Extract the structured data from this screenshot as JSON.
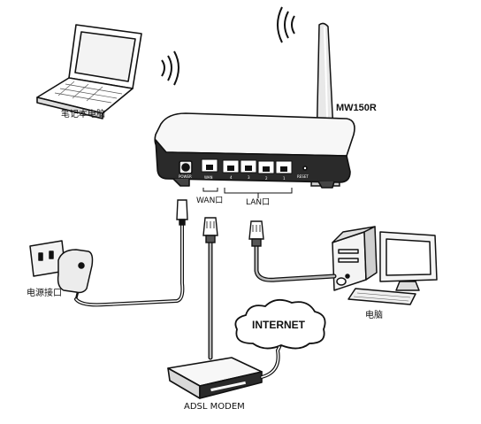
{
  "labels": {
    "laptop": "笔记本电脑",
    "router_model": "MW150R",
    "wan_port": "WAN口",
    "lan_port": "LAN口",
    "power_socket": "电源接口",
    "computer": "电脑",
    "internet": "INTERNET",
    "modem": "ADSL MODEM",
    "power_small": "POWER",
    "wan_small": "WAN",
    "reset_small": "RESET",
    "lan_numbers": [
      "4",
      "3",
      "2",
      "1"
    ]
  },
  "icons": [
    "laptop-icon",
    "router-icon",
    "antenna-icon",
    "wireless-signal-icon",
    "power-adapter-icon",
    "desktop-computer-icon",
    "internet-cloud-icon",
    "adsl-modem-icon"
  ]
}
